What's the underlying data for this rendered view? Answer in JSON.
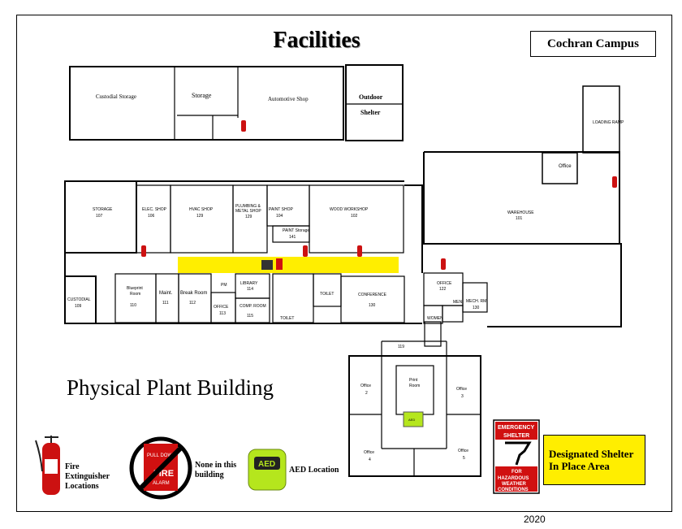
{
  "title": "Facilities",
  "campus": "Cochran Campus",
  "building_name": "Physical Plant Building",
  "year": "2020",
  "outbuilding": {
    "custodial_storage": "Custodial Storage",
    "storage": "Storage",
    "automotive_shop": "Automotive Shop",
    "outdoor": "Outdoor",
    "shelter": "Shelter"
  },
  "loading_ramp": "LOADING RAMP",
  "rooms": {
    "storage": "STORAGE",
    "storage_num": "107",
    "elec_shop": "ELEC. SHOP",
    "elec_num": "106",
    "hvac_shop": "HVAC SHOP",
    "hvac_num": "129",
    "plumbing": "PLUMBING &",
    "metal_shop": "METAL SHOP",
    "plumbing_num": "129",
    "paint_shop": "PAINT SHOP",
    "paint_num": "104",
    "paint_storage": "PAINT Storage",
    "paint_storage_num": "141",
    "wood_workshop": "WOOD WORKSHOP",
    "wood_num": "102",
    "warehouse": "WAREHOUSE",
    "warehouse_num": "101",
    "office_top": "Office",
    "custodial": "CUSTODIAL",
    "custodial_num": "109",
    "blueprint": "Blueprint",
    "room": "Room",
    "blueprint_num": "110",
    "maint": "Maint.",
    "maint_num": "111",
    "break_room": "Break Room",
    "break_num": "112",
    "pm": "PM",
    "office_113": "OFFICE",
    "office_113_num": "113",
    "library": "LIBRARY",
    "library_num": "114",
    "comp_room": "COMP. ROOM",
    "comp_num": "115",
    "toilet1": "TOILET",
    "toilet2": "TOILET",
    "conference": "CONFERENCE",
    "conference_num": "130",
    "office_122": "OFFICE",
    "office_122_num": "122",
    "men": "MEN",
    "mech_rm": "MECH. RM.",
    "mech_num": "130",
    "women": "WOMEN",
    "hall_num": "119",
    "office2": "Office",
    "office2_num": "2",
    "office3": "Office",
    "office3_num": "3",
    "office4": "Office",
    "office4_num": "4",
    "office5": "Office",
    "office5_num": "5",
    "print_room": "Print",
    "print_room2": "Room",
    "aed_small": "AED"
  },
  "legend": {
    "fire_ext": "Fire Extinguisher Locations",
    "pull_down": "PULL DOWN",
    "fire": "FIRE",
    "alarm": "ALARM",
    "none_in_building": "None in this building",
    "aed": "AED",
    "aed_location": "AED Location",
    "emergency": "EMERGENCY",
    "shelter": "SHELTER",
    "for": "FOR",
    "hazardous": "HAZARDOUS",
    "weather": "WEATHER",
    "conditions": "CONDITIONS",
    "designated": "Designated Shelter In Place Area"
  },
  "colors": {
    "corridor_shelter": "#ffee00",
    "extinguisher": "#cc1111",
    "aed": "#b5e61d",
    "shelter_sign": "#d01010"
  }
}
